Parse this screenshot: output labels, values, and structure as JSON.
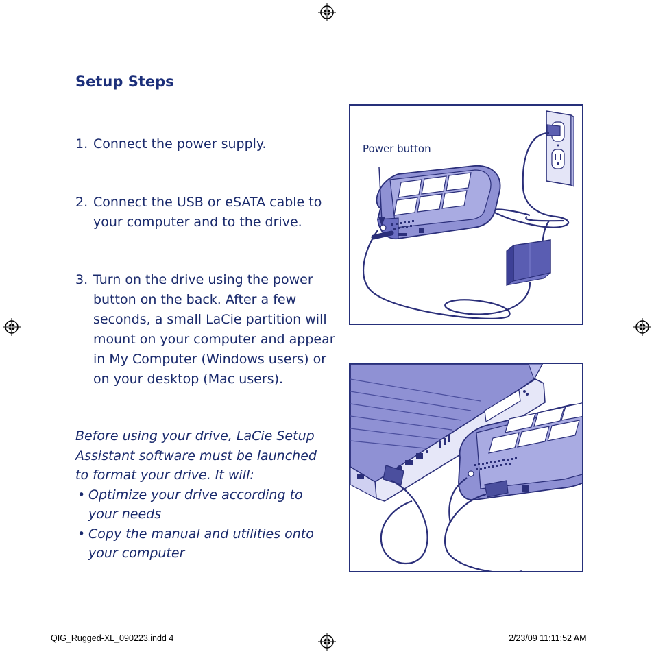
{
  "heading": "Setup Steps",
  "steps": [
    {
      "number": "1.",
      "text": "Connect the power supply."
    },
    {
      "number": "2.",
      "text": "Connect the USB or eSATA cable to your computer and to the drive."
    },
    {
      "number": "3.",
      "text": "Turn on the drive using the power button on the back. After a few seconds, a small LaCie partition will mount on your computer and appear in My Computer (Windows users) or on your desktop (Mac users)."
    }
  ],
  "note": {
    "intro": "Before using your drive, LaCie Setup Assistant software must be launched to format your drive. It will:",
    "bullets": [
      "Optimize your drive according to your needs",
      "Copy the manual and utilities onto your computer"
    ]
  },
  "figure1": {
    "callout": "Power button"
  },
  "footer": {
    "left": "QIG_Rugged-XL_090223.indd   4",
    "right": "2/23/09   11:11:52 AM"
  },
  "colors": {
    "ink": "#1a2a6c",
    "drive_fill": "#8f91d4",
    "drive_dark": "#4b4f9e",
    "frame": "#26307a"
  },
  "icons": [
    "registration-mark-icon"
  ]
}
